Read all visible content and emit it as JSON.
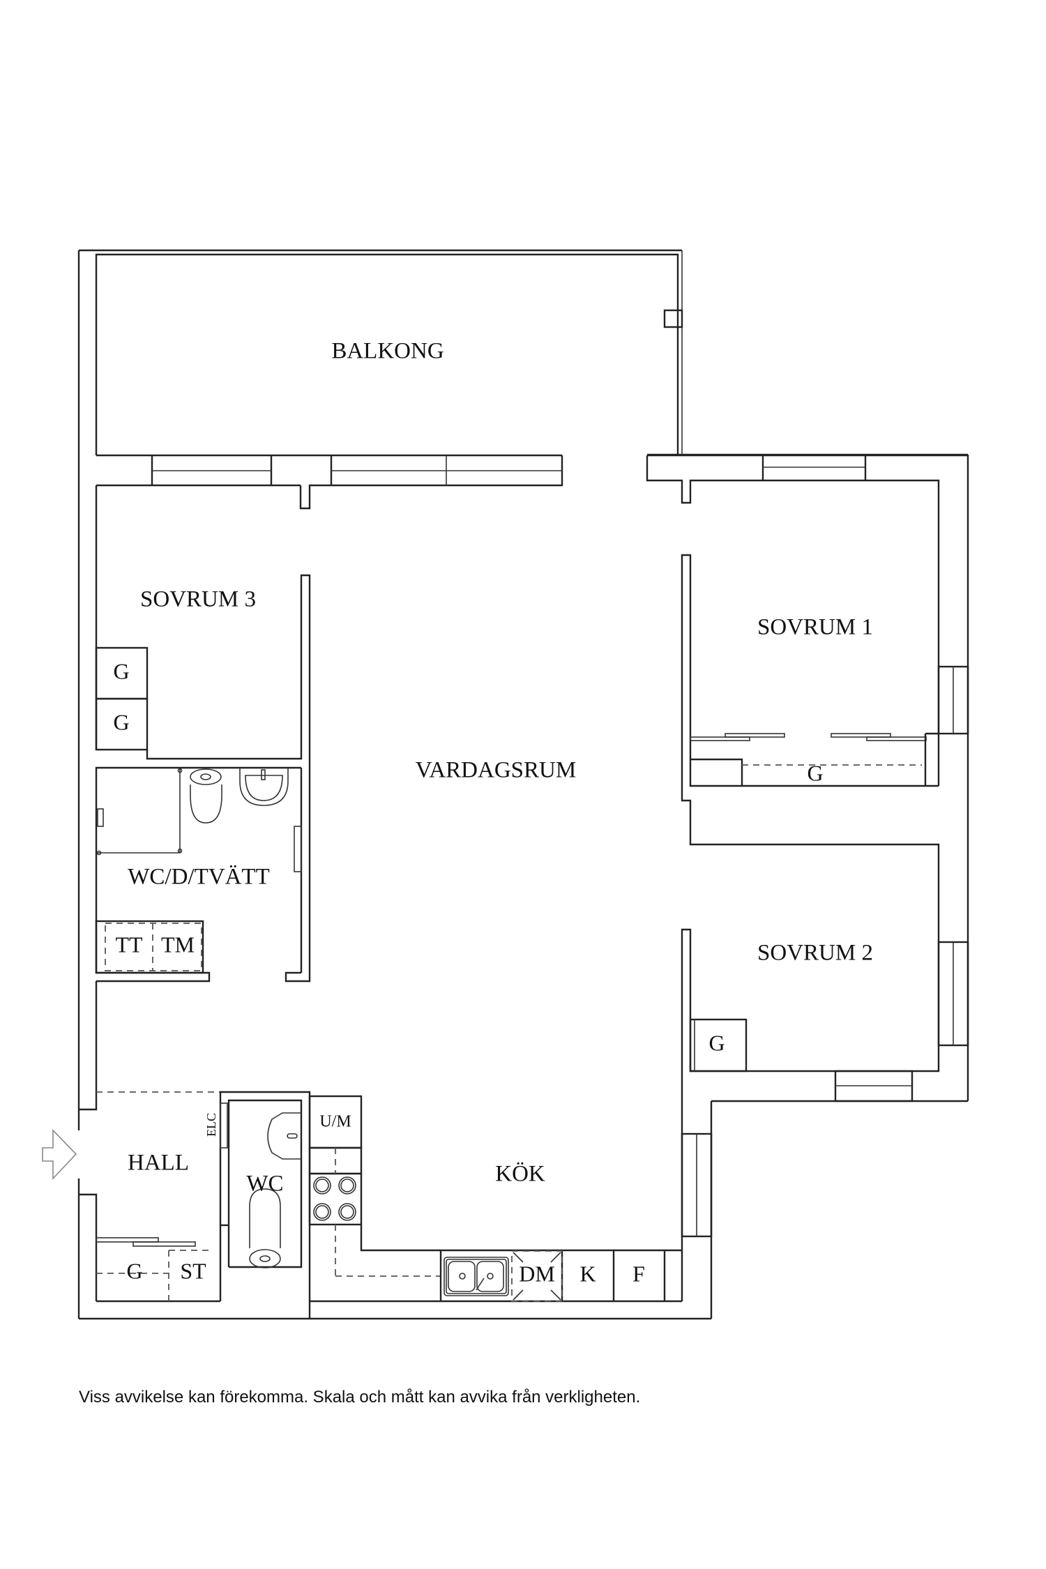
{
  "floorplan": {
    "rooms": {
      "balkong": "BALKONG",
      "sovrum3": "SOVRUM 3",
      "sovrum1": "SOVRUM 1",
      "sovrum2": "SOVRUM 2",
      "vardagsrum": "VARDAGSRUM",
      "wc_d_tvatt": "WC/D/TVÄTT",
      "hall": "HALL",
      "wc": "WC",
      "kok": "KÖK"
    },
    "fixtures": {
      "g_sovrum3_top": "G",
      "g_sovrum3_bottom": "G",
      "g_sovrum1": "G",
      "g_sovrum2": "G",
      "g_hall": "G",
      "st": "ST",
      "tt": "TT",
      "tm": "TM",
      "elc": "ELC",
      "um": "U/M",
      "dm": "DM",
      "k": "K",
      "f": "F"
    },
    "entrance_icon": "entrance-arrow"
  },
  "footer": {
    "disclaimer": "Viss avvikelse kan förekomma. Skala och mått kan avvika från verkligheten."
  }
}
